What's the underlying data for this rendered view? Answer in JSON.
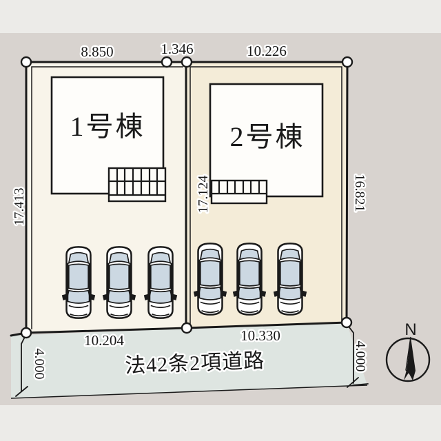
{
  "colors": {
    "page_background": "#ecebe8",
    "plan_background": "#d8d3cf",
    "lot1_fill": "#f8f4ea",
    "lot2_fill": "#f4ecd8",
    "road_fill": "#dee5e1",
    "line": "#1a1a1a",
    "car_window": "#ccd8e2"
  },
  "lots": {
    "lot1": {
      "building_label": "1号棟",
      "top_width": "8.850",
      "bottom_width": "10.204",
      "depth_left": "17.413",
      "car_count": 3
    },
    "lot2": {
      "building_label": "2号棟",
      "top_width": "10.226",
      "bottom_width": "10.330",
      "depth_left": "17.124",
      "depth_right": "16.821",
      "car_count": 3
    },
    "gap_top_width": "1.346"
  },
  "road": {
    "name": "法42条2項道路",
    "width_left": "4.000",
    "width_right": "4.000"
  },
  "compass": {
    "north_label": "N"
  }
}
